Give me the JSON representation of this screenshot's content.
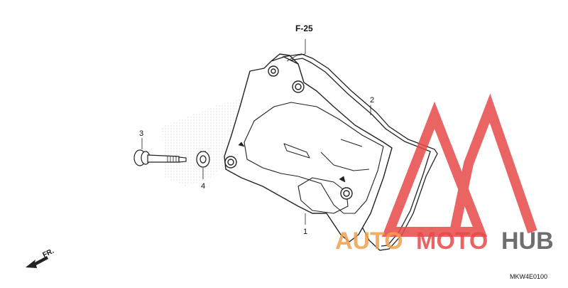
{
  "diagram": {
    "ref_label": "F-25",
    "callouts": [
      "1",
      "2",
      "3",
      "4"
    ],
    "direction_label": "FR.",
    "diagram_code": "MKW4E0100"
  },
  "watermark": {
    "word_part1": "AUTO",
    "word_part2": "MOTO",
    "word_part3": "HUB",
    "color_red": "#e84a4a",
    "color_orange": "#f0a04a",
    "color_gray": "#555555"
  }
}
